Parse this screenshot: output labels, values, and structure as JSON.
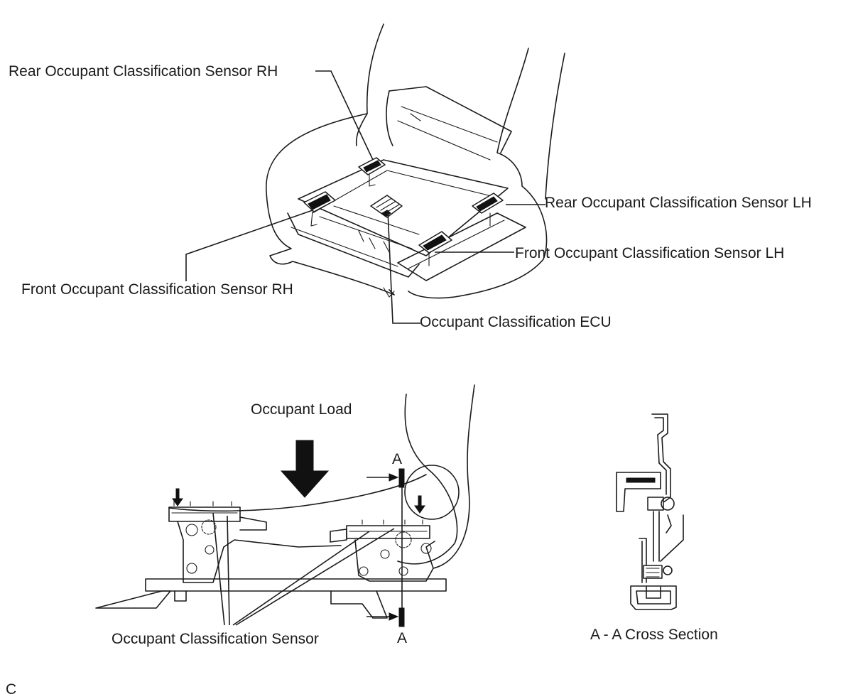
{
  "labels": {
    "rear_rh": "Rear Occupant Classification Sensor RH",
    "rear_lh": "Rear Occupant Classification Sensor LH",
    "front_lh": "Front Occupant Classification Sensor LH",
    "front_rh": "Front Occupant Classification Sensor RH",
    "ecu": "Occupant Classification ECU",
    "occupant_load": "Occupant Load",
    "section_a_top": "A",
    "section_a_bottom": "A",
    "sensor": "Occupant Classification Sensor",
    "cross_section": "A - A Cross Section",
    "figure_code": "C"
  }
}
